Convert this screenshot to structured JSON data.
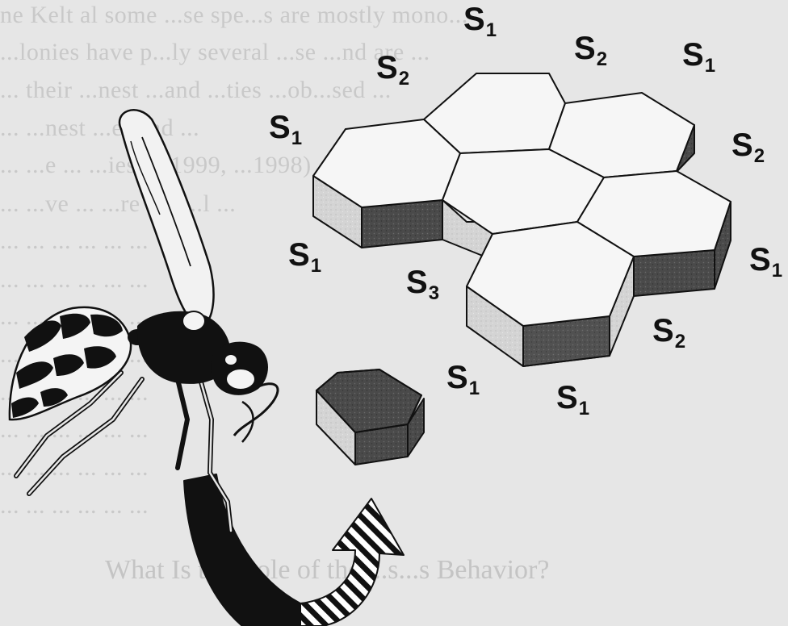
{
  "background_text": {
    "lines": [
      "ne Kelt al   some ...se spe...s are mostly mono...",
      "...lonies have p...ly several ...se ...nd are ...",
      "... their ...nest ...and ...ties ...ob...sed ...",
      "... ...nest ...e ...nd ...",
      "... ...e ... ...ies ...(1999, ...1998) ...",
      "... ...ve ... ...re ...a ...l ...",
      "... ... ... ... ... ...",
      "... ... ... ... ... ...",
      "... ... ... ... ... ...",
      "... ... ... ... ... ...",
      "... ... ... ... ... ...",
      "... ... ... ... ... ...",
      "... ... ... ... ... ...",
      "... ... ... ... ... ..."
    ],
    "heading": "What Is the Role of the ...s...s Behavior?"
  },
  "sites": [
    {
      "base": "S",
      "sub": "1"
    },
    {
      "base": "S",
      "sub": "2"
    },
    {
      "base": "S",
      "sub": "2"
    },
    {
      "base": "S",
      "sub": "1"
    },
    {
      "base": "S",
      "sub": "1"
    },
    {
      "base": "S",
      "sub": "2"
    },
    {
      "base": "S",
      "sub": "1"
    },
    {
      "base": "S",
      "sub": "3"
    },
    {
      "base": "S",
      "sub": "1"
    },
    {
      "base": "S",
      "sub": "2"
    },
    {
      "base": "S",
      "sub": "1"
    },
    {
      "base": "S",
      "sub": "1"
    }
  ],
  "colors": {
    "background": "#e6e6e6",
    "cell_top": "#f6f6f6",
    "cell_side_light": "#d2d2d2",
    "cell_side_dark": "#4a4a4a",
    "ink": "#111111"
  },
  "icons": [
    "wasp-icon",
    "comb-cell-icon",
    "curved-arrow-icon"
  ]
}
